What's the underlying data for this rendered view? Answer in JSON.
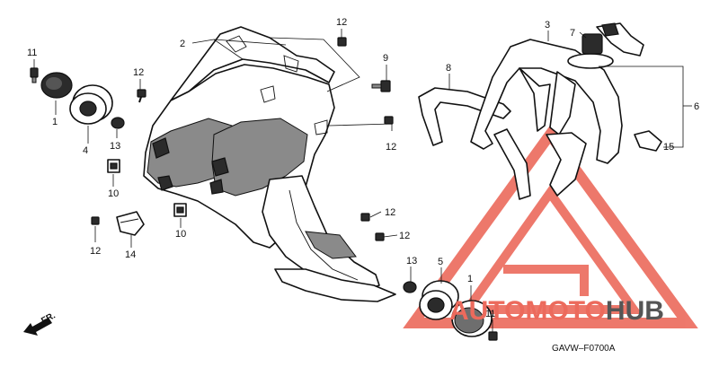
{
  "diagram_code": "GAVW–F0700A",
  "front_label": "FR.",
  "watermark": {
    "prefix": "AUTO",
    "middle": "MOTO",
    "suffix": "HUB",
    "accent_color": "#ec6a5c",
    "dark_color": "#555555"
  },
  "callouts": {
    "c1a": "1",
    "c1b": "1",
    "c2": "2",
    "c3": "3",
    "c4": "4",
    "c5": "5",
    "c6": "6",
    "c7": "7",
    "c8": "8",
    "c9": "9",
    "c10a": "10",
    "c10b": "10",
    "c11a": "11",
    "c11b": "11",
    "c12a": "12",
    "c12b": "12",
    "c12c": "12",
    "c12d": "12",
    "c12e": "12",
    "c12f": "12",
    "c13a": "13",
    "c13b": "13",
    "c14": "14",
    "c15": "15"
  }
}
